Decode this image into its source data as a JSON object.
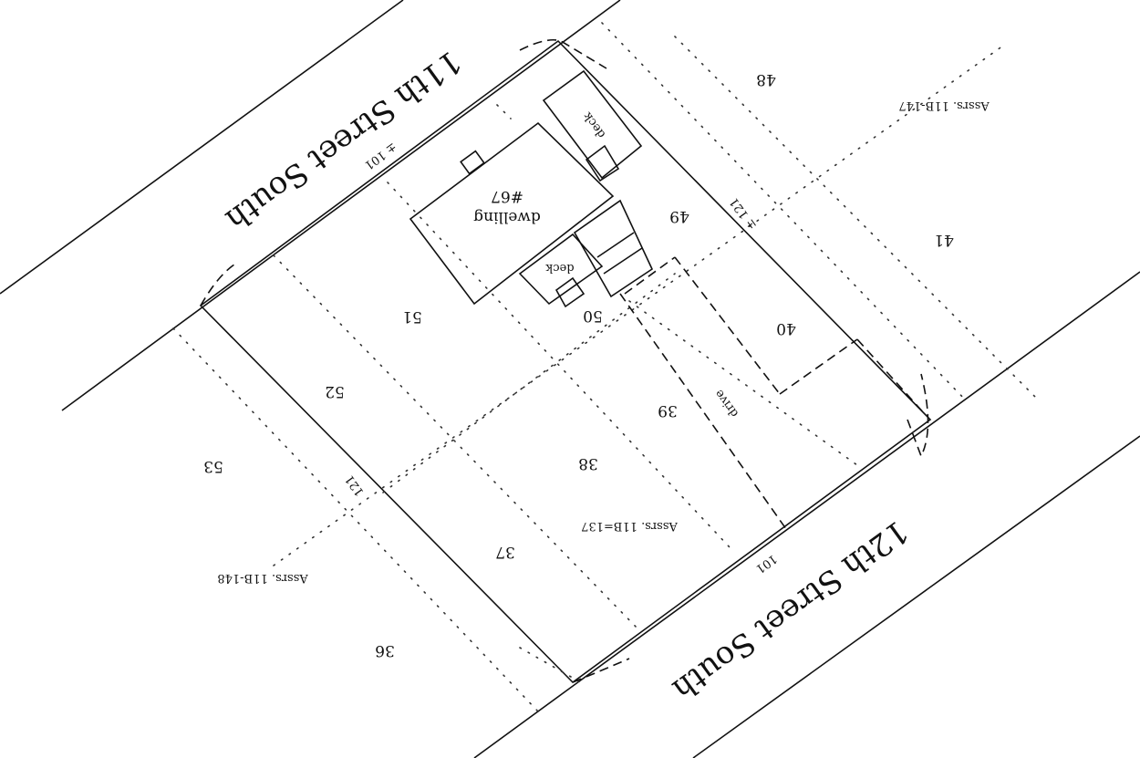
{
  "streets": {
    "north": "11th Street South",
    "south": "12th Street South"
  },
  "dimensions": {
    "north_frontage": "± 101",
    "south_frontage": "101",
    "west_side": "121",
    "east_side": "± 121"
  },
  "building": {
    "label": "dwelling",
    "number": "#67"
  },
  "decks": [
    "deck",
    "deck"
  ],
  "drive": "drive",
  "lots": [
    "48",
    "41",
    "49",
    "40",
    "50",
    "51",
    "52",
    "53",
    "39",
    "38",
    "37",
    "36"
  ],
  "assessor_refs": [
    "Assrs. 11B-147",
    "Assrs. 11B=137",
    "Assrs. 11B-148"
  ]
}
